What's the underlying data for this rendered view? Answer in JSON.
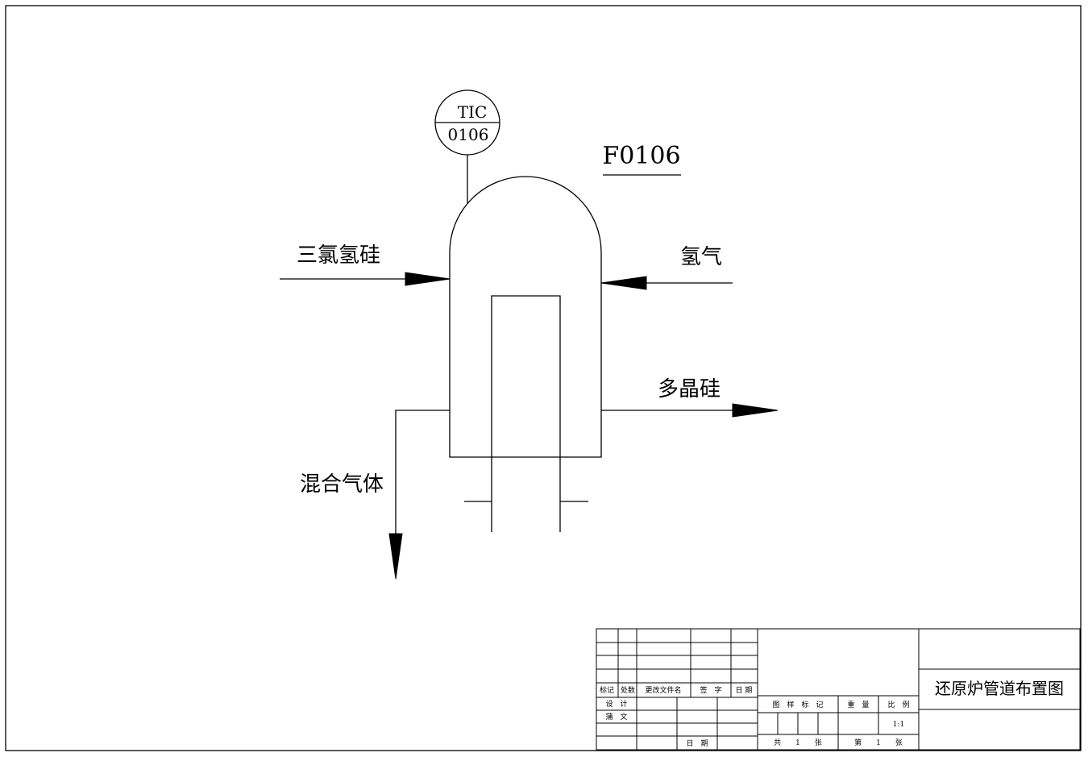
{
  "diagram": {
    "equipment_tag": "F0106",
    "instrument": {
      "function": "TIC",
      "number": "0106"
    },
    "streams": {
      "inlet_left": "三氯氢硅",
      "inlet_right": "氢气",
      "outlet_right": "多晶硅",
      "outlet_left": "混合气体"
    }
  },
  "title_block": {
    "drawing_title": "还原炉管道布置图",
    "rev_headers": {
      "mark": "标记",
      "count": "处数",
      "doc": "更改文件名",
      "sign": "签　字",
      "date": "日 期"
    },
    "design": "设　计",
    "drafter": "蒲　文",
    "date_label": "日　期",
    "sample_mark": "图　样　标　记",
    "weight": "重　量",
    "scale_label": "比　例",
    "scale_value": "1:1",
    "total_sheets": "共　　1　　张",
    "sheet_no": "第　　1　　张"
  }
}
